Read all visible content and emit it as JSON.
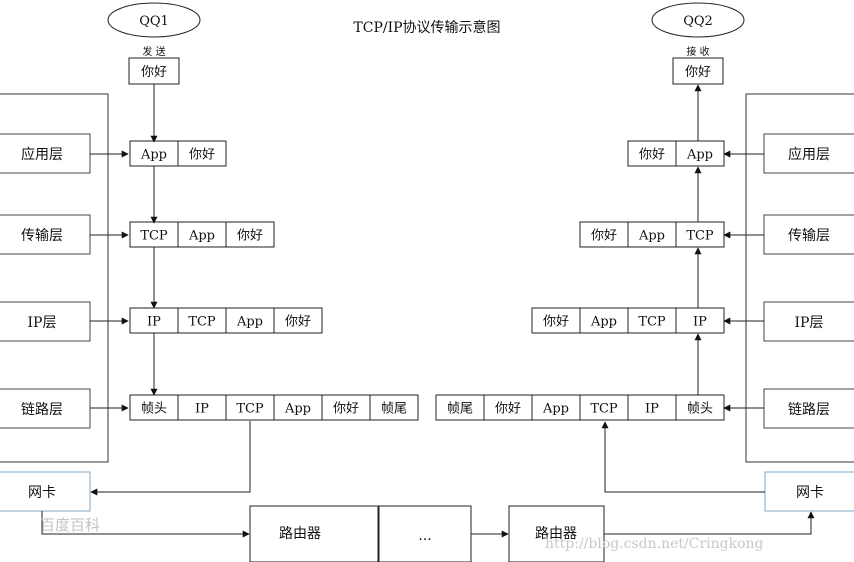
{
  "title": "TCP/IP协议传输示意图",
  "left_client": {
    "name": "QQ1",
    "action": "发 送",
    "message": "你好",
    "layers": [
      "应用层",
      "传输层",
      "IP层",
      "链路层"
    ],
    "nic": "网卡",
    "rows": [
      [
        "App",
        "你好"
      ],
      [
        "TCP",
        "App",
        "你好"
      ],
      [
        "IP",
        "TCP",
        "App",
        "你好"
      ],
      [
        "帧头",
        "IP",
        "TCP",
        "App",
        "你好",
        "帧尾"
      ]
    ]
  },
  "right_client": {
    "name": "QQ2",
    "action": "接 收",
    "message": "你好",
    "layers": [
      "应用层",
      "传输层",
      "IP层",
      "链路层"
    ],
    "nic": "网卡",
    "rows": [
      [
        "你好",
        "App"
      ],
      [
        "你好",
        "App",
        "TCP"
      ],
      [
        "你好",
        "App",
        "TCP",
        "IP"
      ],
      [
        "帧尾",
        "你好",
        "App",
        "TCP",
        "IP",
        "帧头"
      ]
    ]
  },
  "network": {
    "router_left": "路由器",
    "ellipsis": "...",
    "router_right": "路由器"
  },
  "watermark": "http://blog.csdn.net/Cringkong",
  "logo_text": "百度百科"
}
